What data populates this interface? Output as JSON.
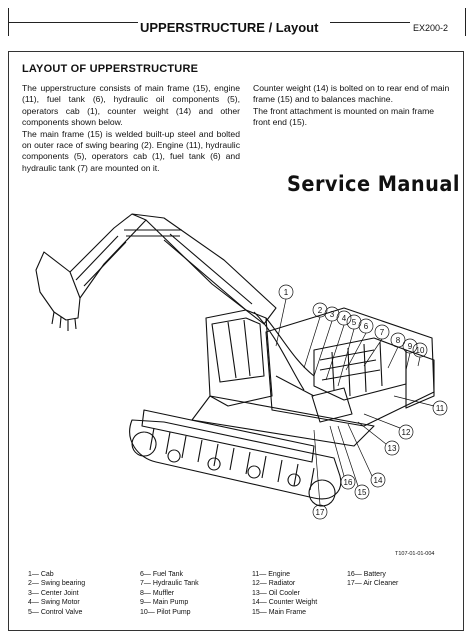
{
  "header": {
    "title": "UPPERSTRUCTURE / Layout",
    "code": "EX200-2"
  },
  "section": {
    "title": "LAYOUT OF UPPERSTRUCTURE",
    "left_paragraphs": [
      "The upperstructure consists of main frame (15), engine (11), fuel tank (6), hydraulic oil components (5), operators cab (1), counter weight (14) and other components shown below.",
      "The main frame (15) is welded built-up steel and bolted on outer race of swing bearing (2). Engine (11), hydraulic components (5), operators cab (1), fuel tank (6) and hydraulic tank (7) are mounted on it."
    ],
    "right_paragraphs": [
      "Counter weight (14) is bolted on to rear end of main frame (15) and to balances machine.",
      "The front attachment is mounted on main frame front end (15)."
    ]
  },
  "watermark": "Service Manual",
  "figure": {
    "code": "T107-01-01-004",
    "callouts": [
      "1",
      "2",
      "3",
      "4",
      "5",
      "6",
      "7",
      "8",
      "9",
      "10",
      "11",
      "12",
      "13",
      "14",
      "15",
      "16",
      "17"
    ]
  },
  "legend": {
    "col1": [
      "1— Cab",
      "2— Swing bearing",
      "3— Center Joint",
      "4— Swing Motor",
      "5— Control Valve"
    ],
    "col2": [
      "6— Fuel Tank",
      "7— Hydraulic Tank",
      "8— Muffler",
      "9— Main Pump",
      "10— Pilot Pump"
    ],
    "col3": [
      "11— Engine",
      "12— Radiator",
      "13— Oil Cooler",
      "14— Counter Weight",
      "15— Main Frame"
    ],
    "col4": [
      "16— Battery",
      "17— Air Cleaner"
    ]
  }
}
